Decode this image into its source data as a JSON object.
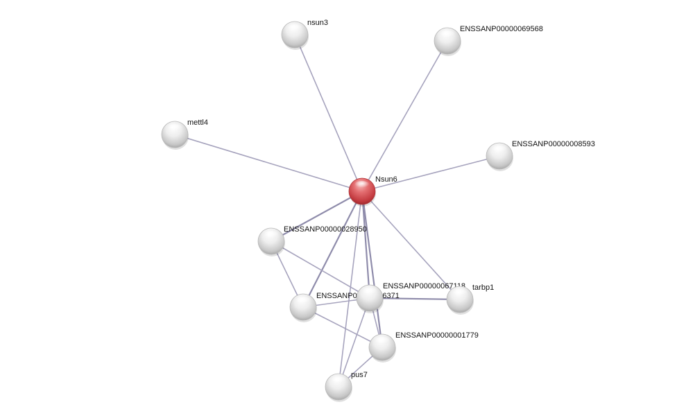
{
  "colors": {
    "edge": "#a6a3bd",
    "edge_strong": "#8f8cab",
    "node_default": "#e6e6e6",
    "node_query": "#e0666b",
    "label": "#111111"
  },
  "nodes": [
    {
      "id": "nsun6",
      "label": "Nsun6",
      "query": true
    },
    {
      "id": "nsun3",
      "label": "nsun3",
      "query": false
    },
    {
      "id": "p69568",
      "label": "ENSSANP00000069568",
      "query": false
    },
    {
      "id": "mettl4",
      "label": "mettl4",
      "query": false
    },
    {
      "id": "p08593",
      "label": "ENSSANP00000008593",
      "query": false
    },
    {
      "id": "p28950",
      "label": "ENSSANP00000028950",
      "query": false
    },
    {
      "id": "p46371",
      "label": "ENSSANP00000046371",
      "query": false
    },
    {
      "id": "p67118",
      "label": "ENSSANP00000067118",
      "query": false
    },
    {
      "id": "tarbp1",
      "label": "tarbp1",
      "query": false
    },
    {
      "id": "p01779",
      "label": "ENSSANP00000001779",
      "query": false
    },
    {
      "id": "pus7",
      "label": "pus7",
      "query": false
    }
  ],
  "edges": [
    {
      "source": "nsun6",
      "target": "nsun3",
      "strong": false
    },
    {
      "source": "nsun6",
      "target": "p69568",
      "strong": false
    },
    {
      "source": "nsun6",
      "target": "mettl4",
      "strong": false
    },
    {
      "source": "nsun6",
      "target": "p08593",
      "strong": false
    },
    {
      "source": "nsun6",
      "target": "p28950",
      "strong": true
    },
    {
      "source": "nsun6",
      "target": "p46371",
      "strong": true
    },
    {
      "source": "nsun6",
      "target": "p67118",
      "strong": true
    },
    {
      "source": "nsun6",
      "target": "tarbp1",
      "strong": false
    },
    {
      "source": "nsun6",
      "target": "p01779",
      "strong": true
    },
    {
      "source": "nsun6",
      "target": "pus7",
      "strong": false
    },
    {
      "source": "p28950",
      "target": "p46371",
      "strong": false
    },
    {
      "source": "p28950",
      "target": "p67118",
      "strong": false
    },
    {
      "source": "p46371",
      "target": "p67118",
      "strong": false
    },
    {
      "source": "p46371",
      "target": "p01779",
      "strong": false
    },
    {
      "source": "p67118",
      "target": "tarbp1",
      "strong": true
    },
    {
      "source": "p67118",
      "target": "p01779",
      "strong": false
    },
    {
      "source": "p67118",
      "target": "pus7",
      "strong": false
    },
    {
      "source": "p01779",
      "target": "pus7",
      "strong": false
    }
  ]
}
